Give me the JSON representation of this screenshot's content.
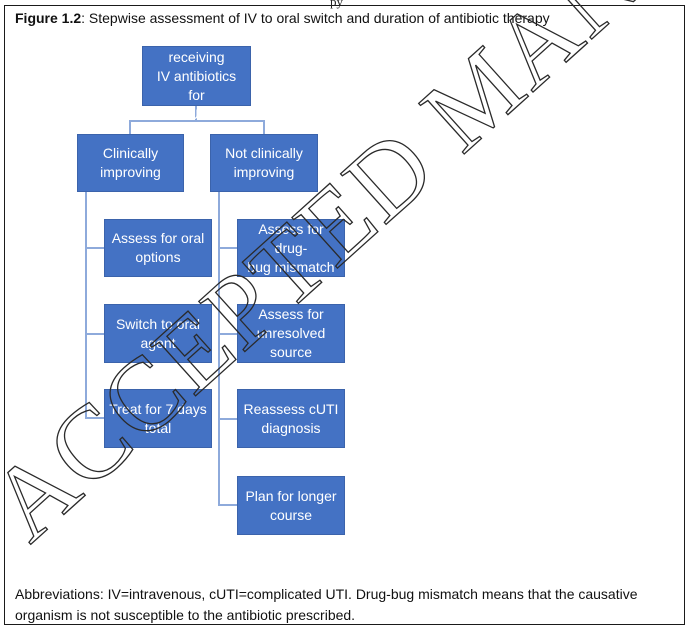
{
  "header_fragment": "py",
  "caption": {
    "label": "Figure 1.2",
    "text": ": Stepwise assessment of IV to oral switch and duration of antibiotic therapy"
  },
  "flowchart": {
    "root": "Patient receiving\nIV antibiotics for\ncUTI",
    "left_branch": {
      "title": "Clinically\nimproving",
      "steps": [
        "Assess for oral\noptions",
        "Switch to oral\nagent",
        "Treat for 7 days\ntotal"
      ]
    },
    "right_branch": {
      "title": "Not clinically\nimproving",
      "steps": [
        "Assess for drug-\nbug mismatch",
        "Assess for\nunresolved\nsource",
        "Reassess cUTI\ndiagnosis",
        "Plan for longer\ncourse"
      ]
    },
    "colors": {
      "box_fill": "#4472c4",
      "connector": "#8eaadb"
    }
  },
  "footer": "Abbreviations: IV=intravenous, cUTI=complicated UTI. Drug-bug mismatch means that the causative organism is not susceptible to the antibiotic prescribed.",
  "watermark": "ACCEPTED MANUSCRIPT"
}
